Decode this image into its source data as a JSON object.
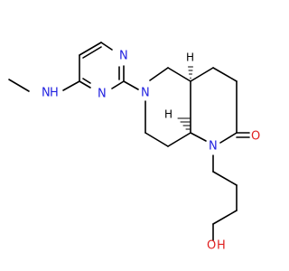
{
  "molecule": {
    "colors": {
      "bond": "#000000",
      "nitrogen": "#1f1fe0",
      "oxygen": "#e02020",
      "hydrogen_label": "#000000",
      "background": "#ffffff"
    },
    "atom_labels": {
      "nh": "N",
      "nh_h": "H",
      "n_pyr_top": "N",
      "n_pyr_bottom": "N",
      "n6": "N",
      "n1": "N",
      "o_carbonyl": "O",
      "o_hydroxyl": "O",
      "o_hydroxyl_h": "H"
    },
    "stereo_h": {
      "h4a": "H",
      "h8a": "H"
    }
  }
}
